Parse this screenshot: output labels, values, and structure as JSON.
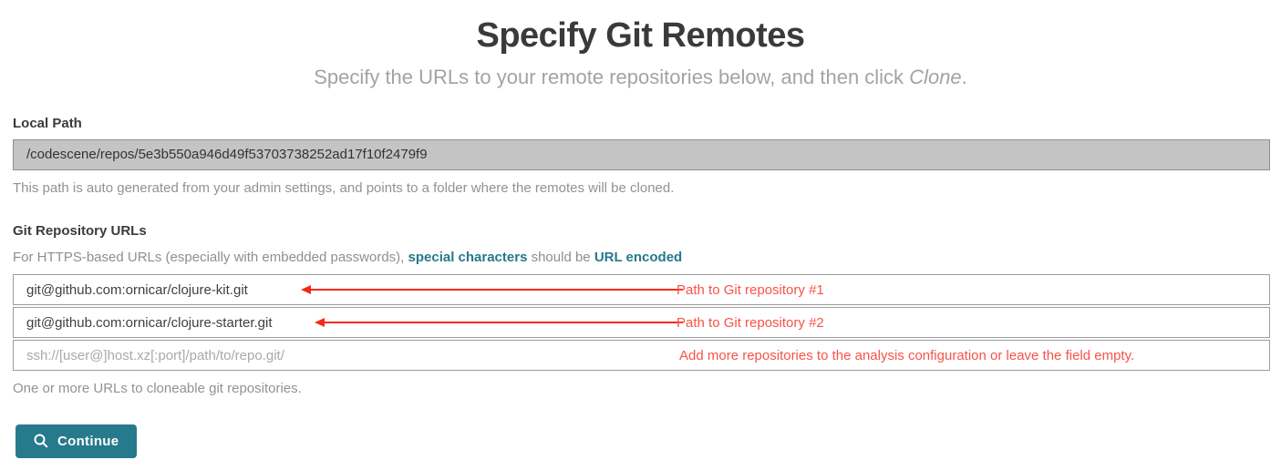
{
  "header": {
    "title": "Specify Git Remotes",
    "subtitle_prefix": "Specify the URLs to your remote repositories below, and then click ",
    "subtitle_emphasis": "Clone",
    "subtitle_suffix": "."
  },
  "local_path": {
    "label": "Local Path",
    "value": "/codescene/repos/5e3b550a946d49f53703738252ad17f10f2479f9",
    "help": "This path is auto generated from your admin settings, and points to a folder where the remotes will be cloned."
  },
  "git_urls": {
    "label": "Git Repository URLs",
    "note_prefix": "For HTTPS-based URLs (especially with embedded passwords), ",
    "link_special_characters": "special characters",
    "note_middle": " should be ",
    "link_url_encoded": "URL encoded",
    "inputs": [
      {
        "value": "git@github.com:ornicar/clojure-kit.git",
        "placeholder": ""
      },
      {
        "value": "git@github.com:ornicar/clojure-starter.git",
        "placeholder": ""
      },
      {
        "value": "",
        "placeholder": "ssh://[user@]host.xz[:port]/path/to/repo.git/"
      }
    ],
    "help": "One or more URLs to cloneable git repositories."
  },
  "annotations": {
    "repo1": "Path to Git repository #1",
    "repo2": "Path to Git repository #2",
    "more": "Add more repositories to the analysis configuration or leave the field empty."
  },
  "button": {
    "label": "Continue",
    "icon": "search-icon"
  },
  "colors": {
    "accent_teal": "#277a8b",
    "annotation_red": "#f75347",
    "arrow_red": "#f7281a",
    "disabled_field_bg": "#c4c4c4",
    "title_text": "#3a3a3a",
    "muted_text": "#929292"
  }
}
